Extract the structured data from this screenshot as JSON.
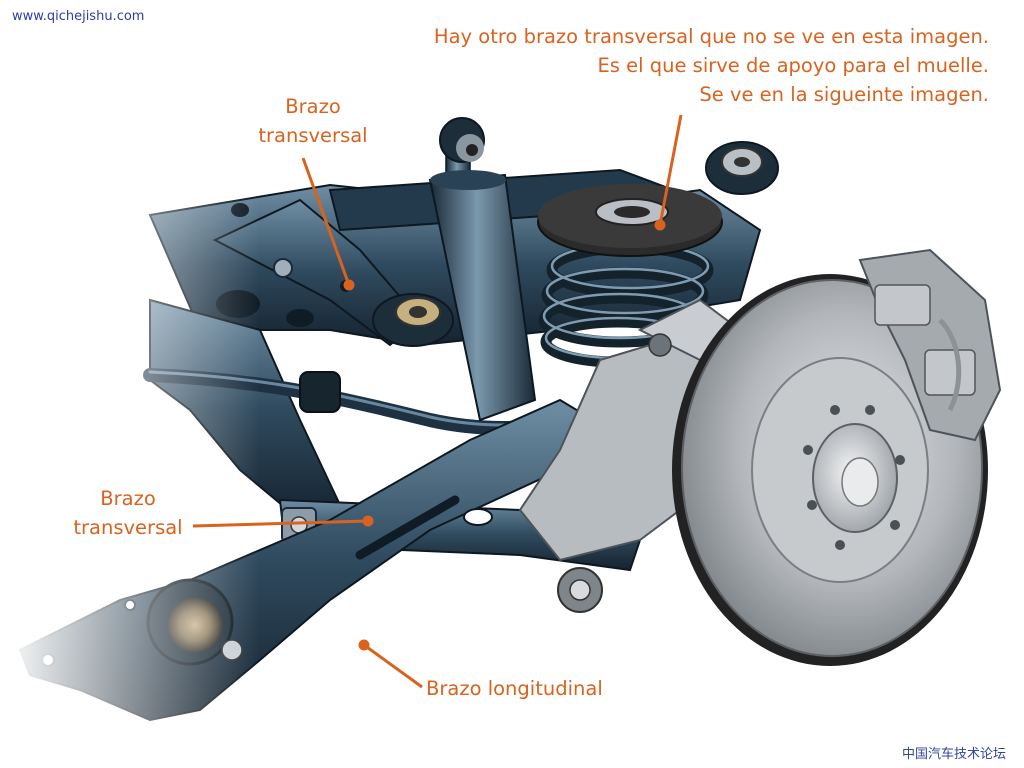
{
  "site_url": "www.qichejishu.com",
  "forum_name": "中国汽车技术论坛",
  "note": {
    "lines": [
      "Hay otro brazo transversal que no se ve en esta imagen.",
      "Es el que sirve de apoyo para el muelle.",
      "Se ve en la sigueinte imagen."
    ]
  },
  "labels": {
    "top_arm": [
      "Brazo",
      "transversal"
    ],
    "mid_arm": [
      "Brazo",
      "transversal"
    ],
    "trailing_arm": "Brazo longitudinal"
  },
  "colors": {
    "annotation": "#d9631e",
    "site_url": "#2c3ea8",
    "forum": "#3245a0",
    "steel_dark": "#1b2c3a",
    "steel_mid": "#3d5a70",
    "steel_light": "#8ea6b8",
    "disc": "#b9bcc0",
    "disc_dark": "#6f7378",
    "rubber": "#2a2a2a"
  }
}
